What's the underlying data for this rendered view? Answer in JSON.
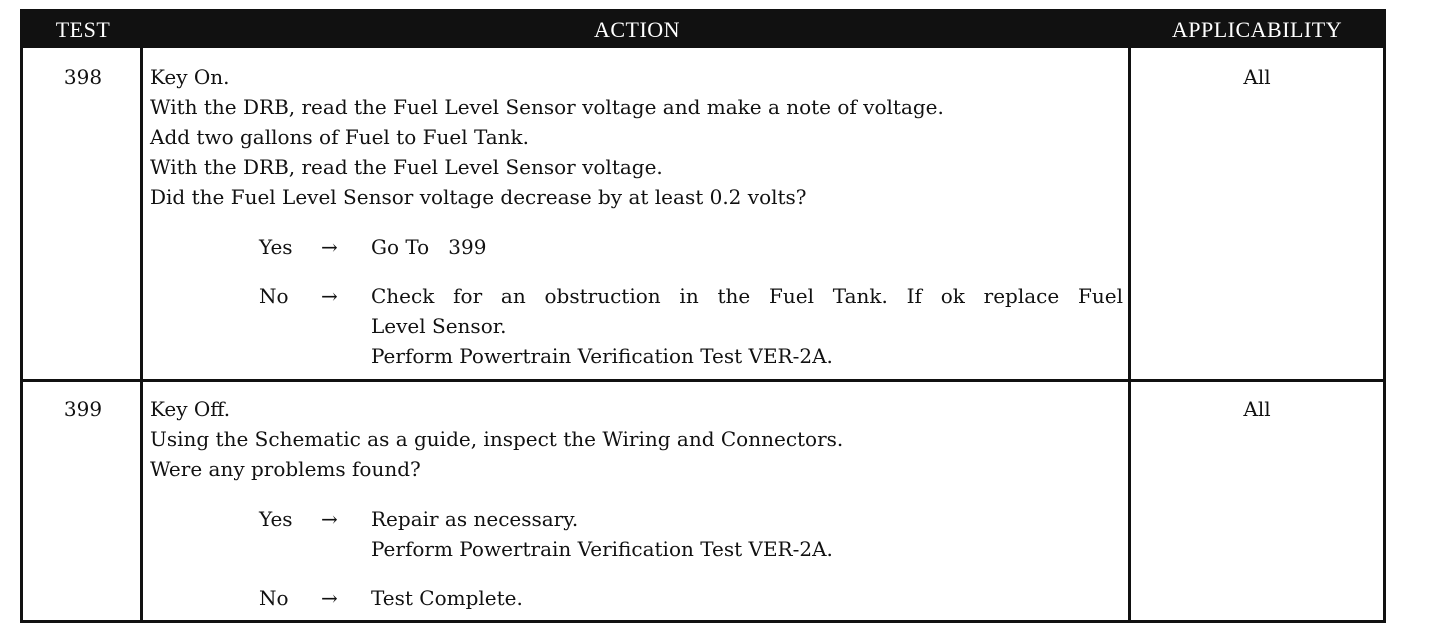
{
  "headers": {
    "test": "TEST",
    "action": "ACTION",
    "applicability": "APPLICABILITY"
  },
  "rows": [
    {
      "test": "398",
      "applicability": "All",
      "steps": [
        "Key On.",
        "With the DRB, read the Fuel Level Sensor voltage and make a note of voltage.",
        "Add two gallons of Fuel to Fuel Tank.",
        "With the DRB, read the Fuel Level Sensor voltage.",
        "Did the Fuel Level Sensor voltage decrease by at least 0.2 volts?"
      ],
      "yes": {
        "label": "Yes",
        "arrow": "→",
        "result": [
          "Go To   399"
        ]
      },
      "no": {
        "label": "No",
        "arrow": "→",
        "result": [
          "Check for an obstruction in the Fuel Tank. If ok replace Fuel",
          "Level Sensor.",
          "Perform Powertrain Verification Test VER-2A."
        ]
      }
    },
    {
      "test": "399",
      "applicability": "All",
      "steps": [
        "Key Off.",
        "Using the Schematic as a guide, inspect the Wiring and Connectors.",
        "Were any problems found?"
      ],
      "yes": {
        "label": "Yes",
        "arrow": "→",
        "result": [
          "Repair as necessary.",
          "Perform Powertrain Verification Test VER-2A."
        ]
      },
      "no": {
        "label": "No",
        "arrow": "→",
        "result": [
          "Test Complete."
        ]
      }
    }
  ]
}
